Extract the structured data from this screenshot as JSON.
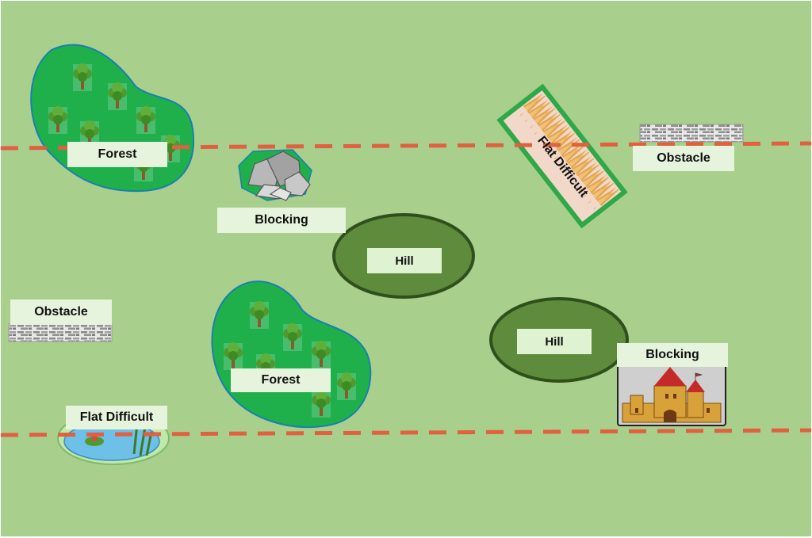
{
  "map": {
    "background_color": "#a9cf8c",
    "boundary_line_color": "#e06040",
    "terrain_labels": {
      "forest_top_left": "Forest",
      "forest_center": "Forest",
      "blocking_rocks": "Blocking",
      "blocking_castle": "Blocking",
      "hill_center": "Hill",
      "hill_right": "Hill",
      "obstacle_top_right": "Obstacle",
      "obstacle_left": "Obstacle",
      "flat_difficult_pond": "Flat Difficult",
      "flat_difficult_grass": "Flat Difficult"
    },
    "colors": {
      "forest_fill": "#1fb04c",
      "hill_fill": "#5e8c3c",
      "hill_border": "#2f4f1c",
      "grass_patch_fill": "#f2d8c8",
      "grass_patch_border": "#2fa84a",
      "pond_water": "#6ec0e8",
      "castle_wall": "#d9a13a",
      "castle_roof": "#c42a2a",
      "castle_bg": "#cfcfcf",
      "rock_fill": "#9a9a9a"
    }
  }
}
